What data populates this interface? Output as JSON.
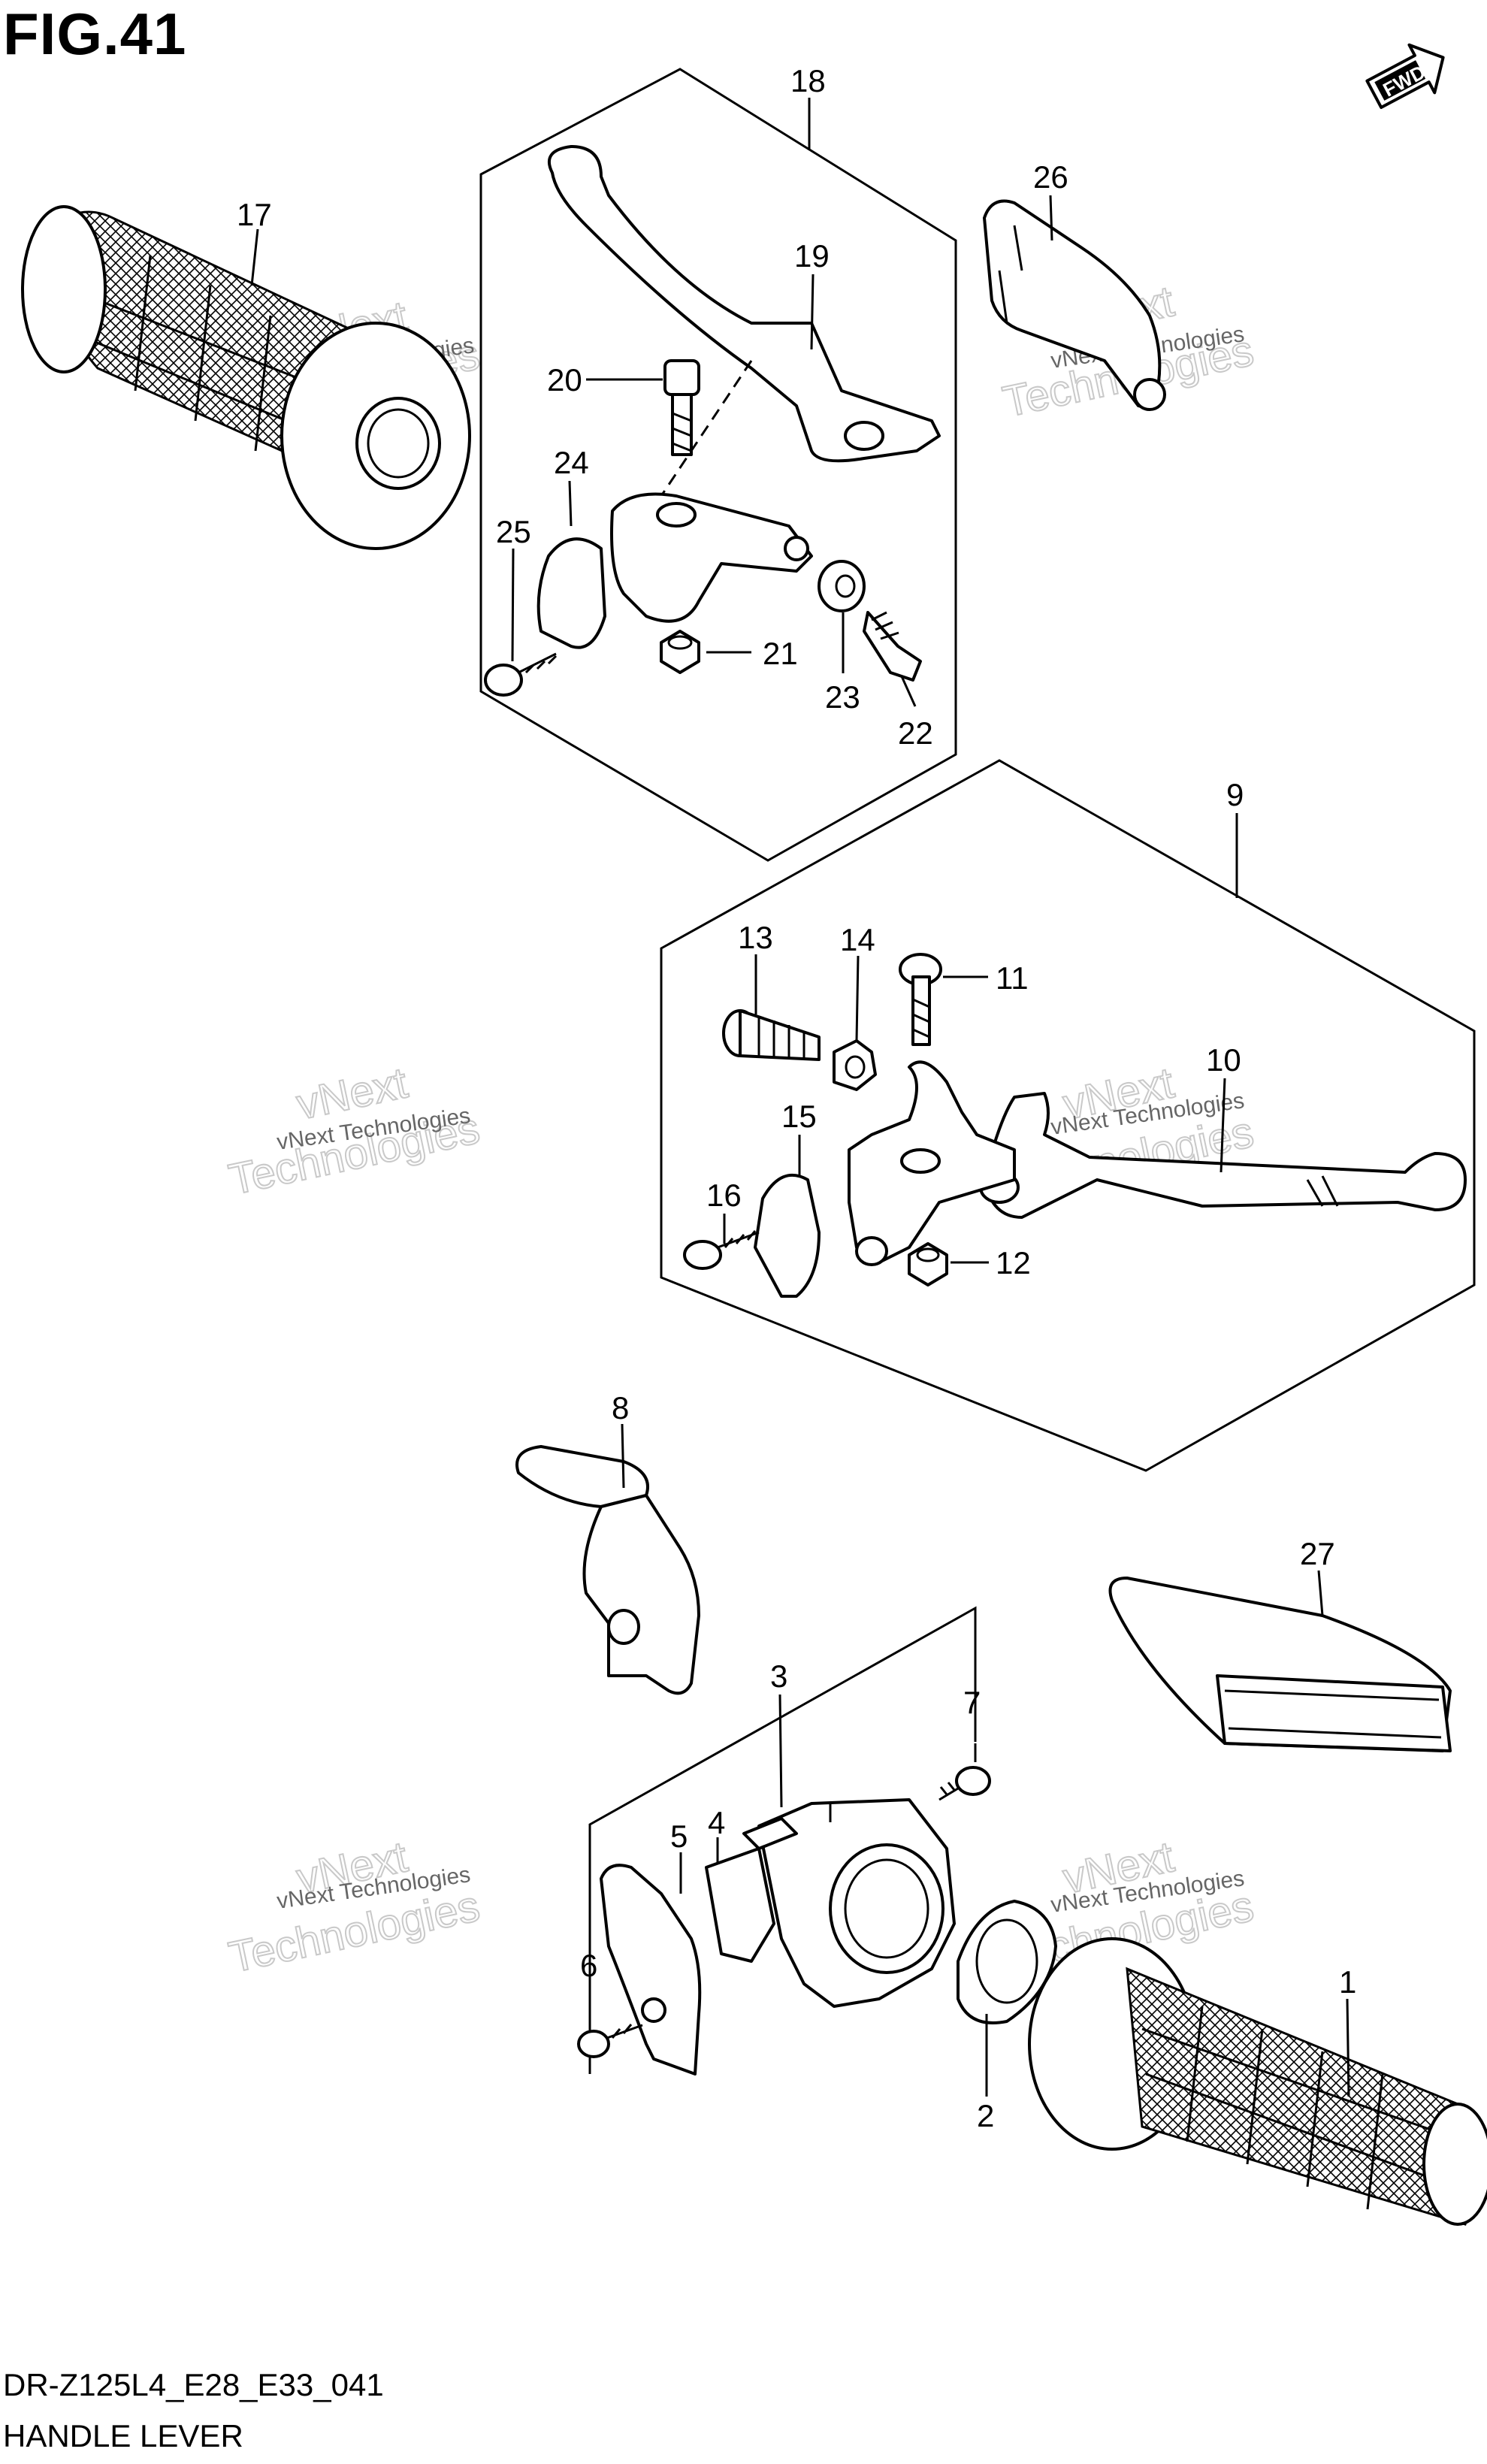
{
  "figure": {
    "title": "FIG.41",
    "model_code": "DR-Z125L4_E28_E33_041",
    "group_name": "HANDLE LEVER"
  },
  "fwd_badge": {
    "label": "FWD"
  },
  "watermark": {
    "line": "vNext Technologies",
    "big_top": "vNext",
    "big_bottom": "Technologies"
  },
  "callouts": {
    "1": "1",
    "2": "2",
    "3": "3",
    "4": "4",
    "5": "5",
    "6": "6",
    "7": "7",
    "8": "8",
    "9": "9",
    "10": "10",
    "11": "11",
    "12": "12",
    "13": "13",
    "14": "14",
    "15": "15",
    "16": "16",
    "17": "17",
    "18": "18",
    "19": "19",
    "20": "20",
    "21": "21",
    "22": "22",
    "23": "23",
    "24": "24",
    "25": "25",
    "26": "26",
    "27": "27"
  }
}
